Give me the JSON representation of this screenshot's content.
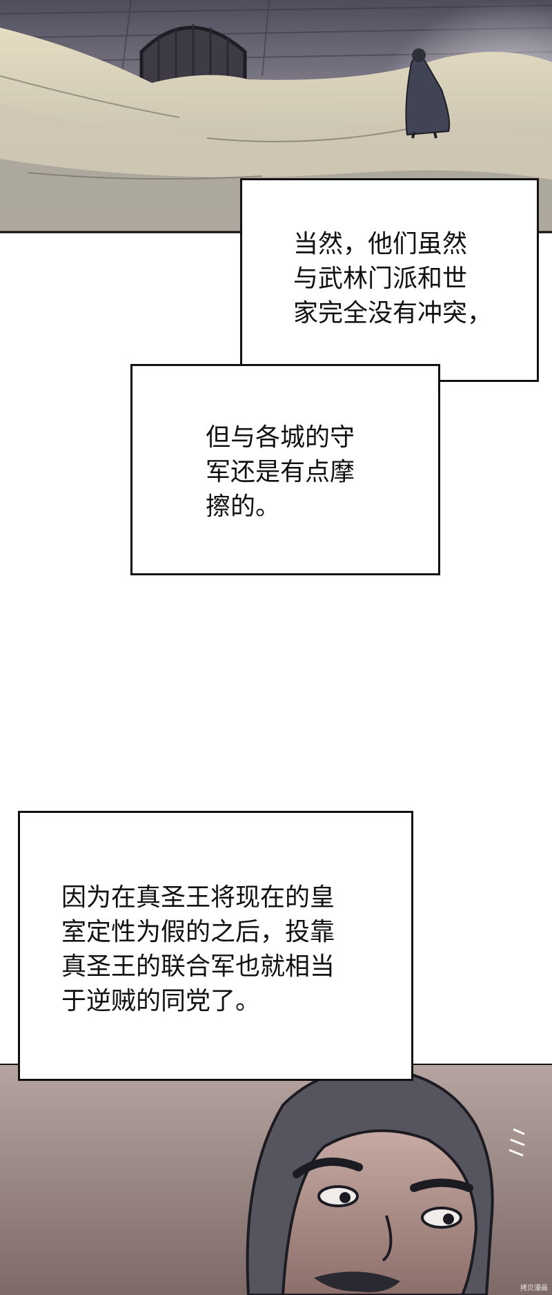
{
  "captions": {
    "caption_1": {
      "lines": [
        "当然，他们虽然",
        "与武林门派和世",
        "家完全没有冲突，"
      ]
    },
    "caption_2": {
      "lines": [
        "但与各城的守",
        "军还是有点摩",
        "擦的。"
      ]
    },
    "caption_3": {
      "lines": [
        "因为在真圣王将现在的皇",
        "室定性为假的之后，投靠",
        "真圣王的联合军也就相当",
        "于逆贼的同党了。"
      ]
    }
  },
  "watermark": {
    "text": "拷贝漫画"
  },
  "colors": {
    "sky_top": "#5b5866",
    "sand": "#d9cfb3",
    "face_bg": "#8c7670",
    "border": "#111111"
  }
}
